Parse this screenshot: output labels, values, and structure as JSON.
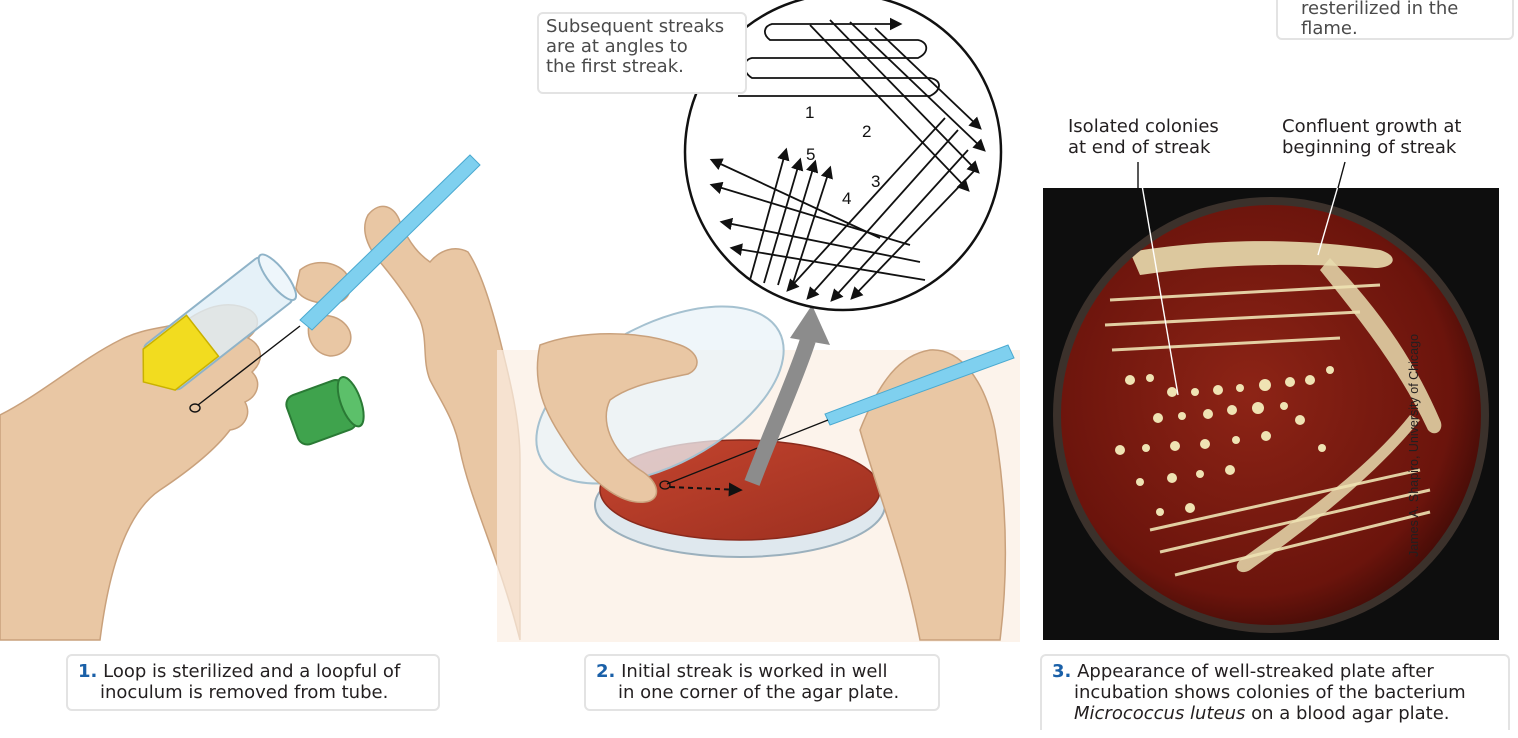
{
  "callouts": {
    "angle_note": "Subsequent streaks are at angles to the first streak.",
    "angle_note_lines": [
      "Subsequent streaks",
      "are at angles to",
      "the first streak."
    ],
    "flame_note_lines": [
      "resterilized in the",
      "flame."
    ]
  },
  "streak_numbers": [
    "1",
    "2",
    "3",
    "4",
    "5"
  ],
  "labels": {
    "isolated_lines": [
      "Isolated colonies",
      "at end of streak"
    ],
    "confluent_lines": [
      "Confluent growth at",
      "beginning of streak"
    ]
  },
  "captions": {
    "step1": {
      "num": "1.",
      "line1": "Loop is sterilized and a loopful of",
      "line2": "inoculum is removed from tube."
    },
    "step2": {
      "num": "2.",
      "line1": "Initial streak is worked in well",
      "line2": "in one corner of the agar plate."
    },
    "step3": {
      "num": "3.",
      "line1": "Appearance of well-streaked plate after",
      "line2": "incubation shows colonies of the bacterium",
      "line3_italic": "Micrococcus luteus",
      "line3_rest": " on a blood agar plate."
    }
  },
  "credit": "James A. Shapiro, University of Chicago",
  "colors": {
    "skin": "#e9c7a4",
    "skin_shadow": "#c9a17c",
    "loop_blue": "#7fd0ef",
    "agar_red": "#b23a27",
    "inoculum_yellow": "#f2dc1f",
    "cap_green": "#3fa34d",
    "plate_photo_red": "#7a1810",
    "colony_cream": "#efe3b3",
    "caption_number": "#1a60a8"
  }
}
